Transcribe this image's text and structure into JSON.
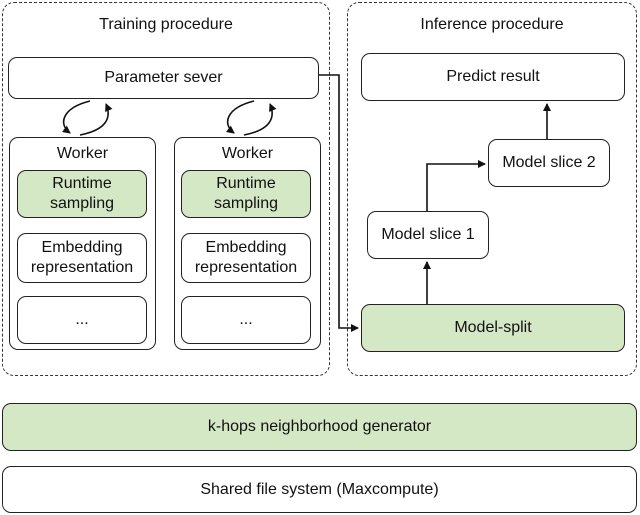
{
  "training": {
    "title": "Training procedure",
    "parameter_server": "Parameter sever",
    "workers": [
      {
        "title": "Worker",
        "runtime": "Runtime sampling",
        "embedding": "Embedding representation",
        "more": "..."
      },
      {
        "title": "Worker",
        "runtime": "Runtime sampling",
        "embedding": "Embedding representation",
        "more": "..."
      }
    ]
  },
  "inference": {
    "title": "Inference procedure",
    "predict_result": "Predict result",
    "model_slice_2": "Model slice 2",
    "model_slice_1": "Model slice 1",
    "model_split": "Model-split"
  },
  "generator": "k-hops neighborhood generator",
  "file_system": "Shared file system (Maxcompute)",
  "colors": {
    "accent_green": "#d5e8c6",
    "stroke": "#222222"
  }
}
